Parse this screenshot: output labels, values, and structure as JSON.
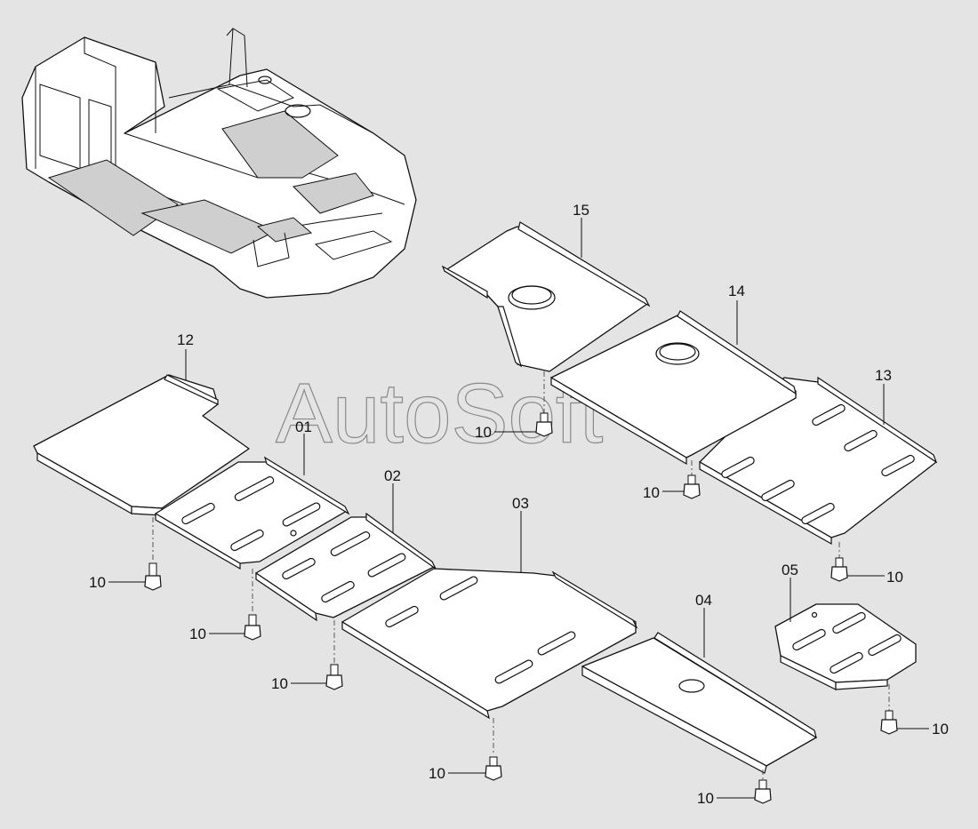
{
  "watermark": "AutoSoft",
  "labels": {
    "p01": "01",
    "p02": "02",
    "p03": "03",
    "p04": "04",
    "p05": "05",
    "p12": "12",
    "p13": "13",
    "p14": "14",
    "p15": "15",
    "bolt": "10"
  }
}
